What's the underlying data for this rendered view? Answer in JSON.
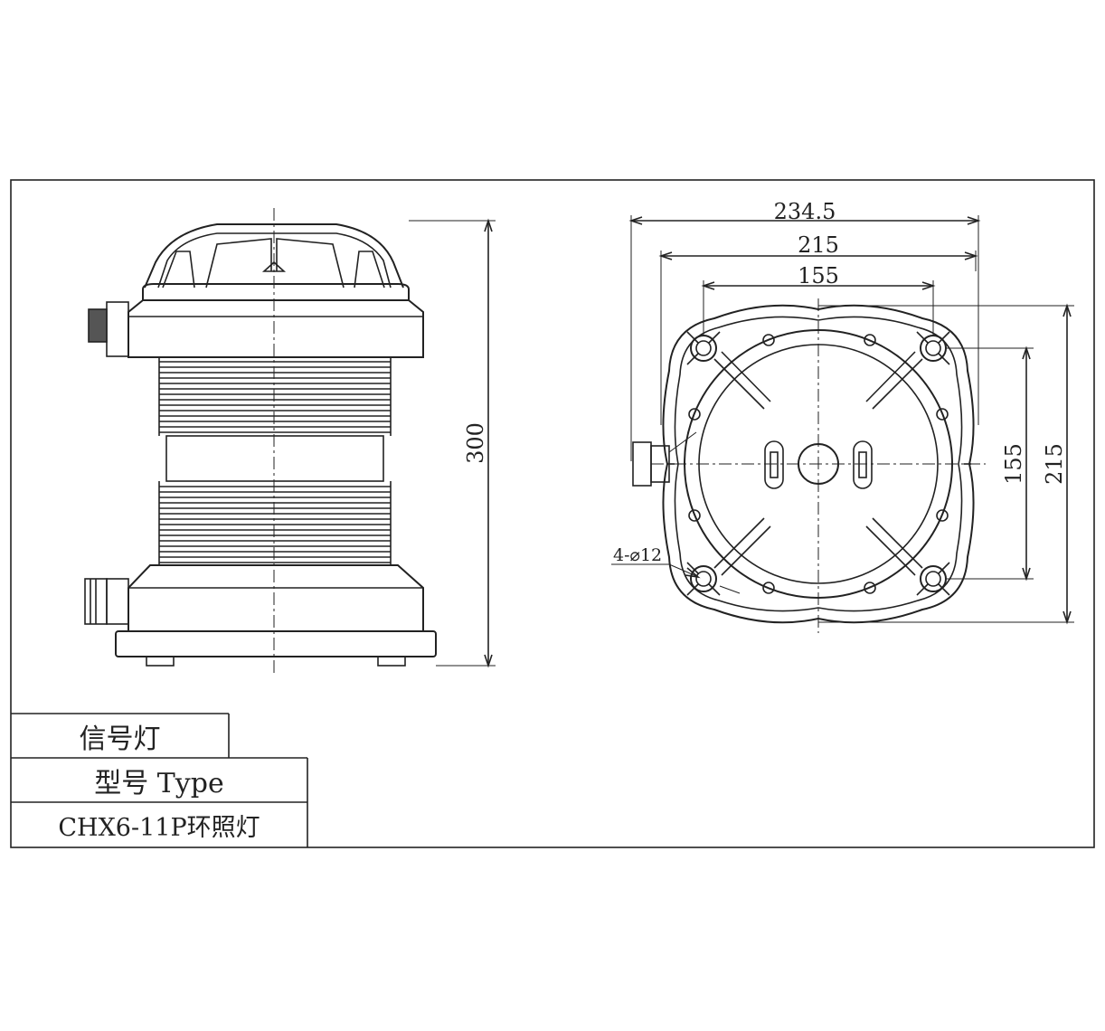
{
  "drawing": {
    "side_view": {
      "height_dim": "300"
    },
    "bottom_view": {
      "dim_width_overall": "234.5",
      "dim_width_body": "215",
      "dim_hole_spacing_h": "155",
      "dim_hole_spacing_v": "155",
      "dim_height_body": "215",
      "hole_callout": "4-⌀12"
    }
  },
  "title_block": {
    "name": "信号灯",
    "model_label": "型号 Type",
    "model_value": "CHX6-11P环照灯"
  }
}
